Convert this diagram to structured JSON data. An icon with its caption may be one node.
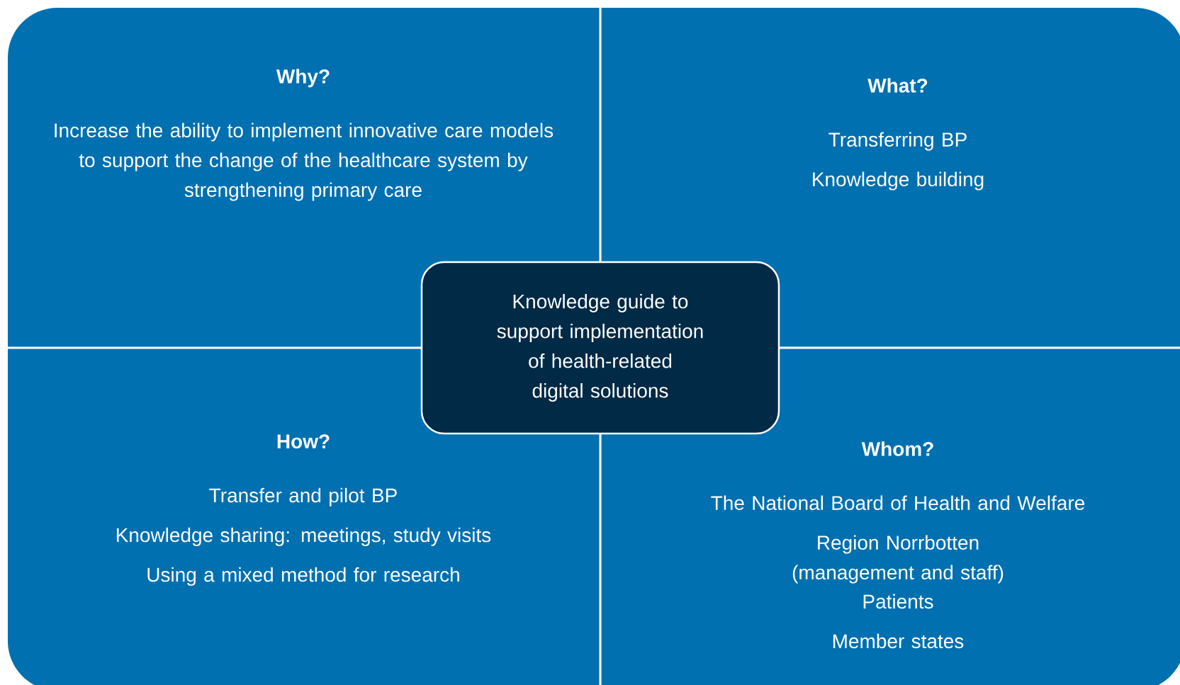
{
  "diagram": {
    "nodes": [
      {
        "text": [
          "Why?",
          "Increase the ability to implement innovative care models to support the change of the healthcare system by strengthening primary care"
        ]
      },
      {
        "text": [
          "What?",
          "Transferring BP",
          "Knowledge building"
        ]
      },
      {
        "text": [
          "How?",
          "Transfer and pilot BP",
          "Knowledge sharing: meetings, study visits",
          "Using a mixed method for research"
        ]
      },
      {
        "text": [
          "Whom?",
          "The National Board of Health and Welfare",
          "Region Norrbotten (management and staff)",
          "Patients",
          "Member states"
        ]
      },
      {
        "text": [
          "Knowledge guide to support implementation of health-related digital solutions"
        ]
      }
    ]
  }
}
